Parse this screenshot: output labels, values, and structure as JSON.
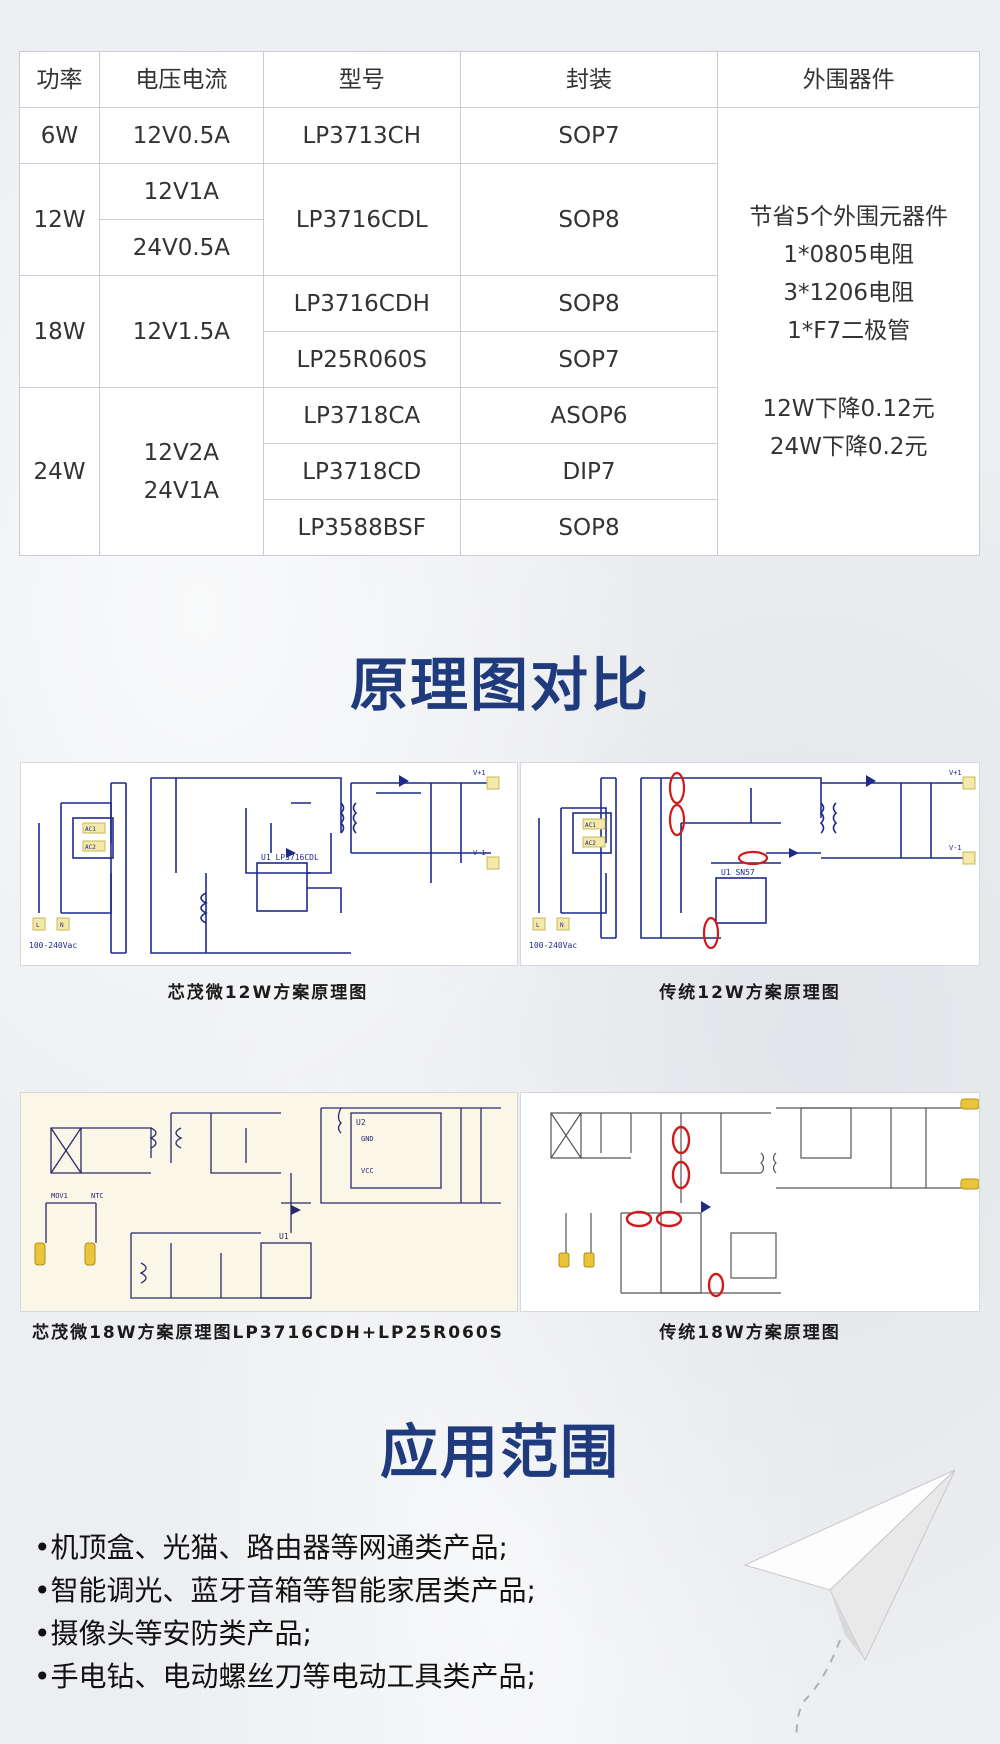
{
  "table": {
    "headers": [
      "功率",
      "电压电流",
      "型号",
      "封装",
      "外围器件"
    ],
    "rows": {
      "w6": {
        "power": "6W",
        "vi": "12V0.5A",
        "model": "LP3713CH",
        "pkg": "SOP7"
      },
      "w12": {
        "power": "12W",
        "vi_a": "12V1A",
        "vi_b": "24V0.5A",
        "model": "LP3716CDL",
        "pkg": "SOP8"
      },
      "w18": {
        "power": "18W",
        "vi": "12V1.5A",
        "model_a": "LP3716CDH",
        "pkg_a": "SOP8",
        "model_b": "LP25R060S",
        "pkg_b": "SOP7"
      },
      "w24": {
        "power": "24W",
        "vi_line1": "12V2A",
        "vi_line2": "24V1A",
        "model_a": "LP3718CA",
        "pkg_a": "ASOP6",
        "model_b": "LP3718CD",
        "pkg_b": "DIP7",
        "model_c": "LP3588BSF",
        "pkg_c": "SOP8"
      }
    },
    "peripheral": {
      "line1": "节省5个外围元器件",
      "line2": "1*0805电阻",
      "line3": "3*1206电阻",
      "line4": "1*F7二极管",
      "line5": "12W下降0.12元",
      "line6": "24W下降0.2元"
    }
  },
  "sections": {
    "schematic_title": "原理图对比",
    "application_title": "应用范围"
  },
  "schematics": {
    "s1": {
      "caption": "芯茂微12W方案原理图",
      "chip": "U1 LP3716CDL",
      "input": "100-240Vac",
      "out_pos": "V+1",
      "out_neg": "V-1",
      "ac1": "AC1",
      "ac2": "AC2",
      "l": "L",
      "n": "N"
    },
    "s2": {
      "caption": "传统12W方案原理图",
      "chip": "U1 SN57",
      "input": "100-240Vac",
      "out_pos": "V+1",
      "out_neg": "V-1",
      "ac1": "AC1",
      "ac2": "AC2",
      "l": "L",
      "n": "N"
    },
    "s3": {
      "caption": "芯茂微18W方案原理图LP3716CDH+LP25R060S",
      "chip_a": "U1",
      "chip_b": "U2",
      "label_gnd": "GND",
      "label_vcc": "VCC",
      "label_ntc": "NTC",
      "label_mov": "MOV1"
    },
    "s4": {
      "caption": "传统18W方案原理图"
    }
  },
  "applications": [
    "•机顶盒、光猫、路由器等网通类产品;",
    "•智能调光、蓝牙音箱等智能家居类产品;",
    "•摄像头等安防类产品;",
    "•手电钻、电动螺丝刀等电动工具类产品;"
  ],
  "colors": {
    "heading": "#1f3b7d",
    "highlight": "#d11a1a",
    "wire": "#1d2a8a"
  }
}
